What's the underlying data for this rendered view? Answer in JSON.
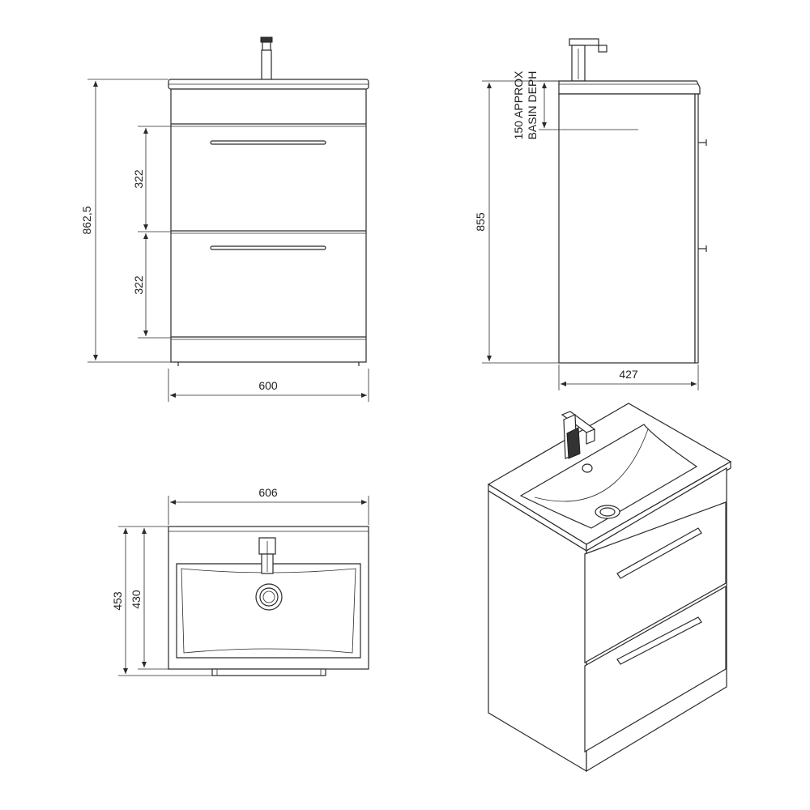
{
  "dimensions": {
    "front_height_total": "862,5",
    "front_drawer_top": "322",
    "front_drawer_bottom": "322",
    "front_width": "600",
    "side_height": "855",
    "side_depth": "427",
    "basin_depth_line1": "150 APPROX",
    "basin_depth_line2": "BASIN DEPH",
    "top_width": "606",
    "top_depth_outer": "453",
    "top_depth_inner": "430"
  },
  "colors": {
    "line": "#2a2a2a",
    "background": "#ffffff"
  }
}
